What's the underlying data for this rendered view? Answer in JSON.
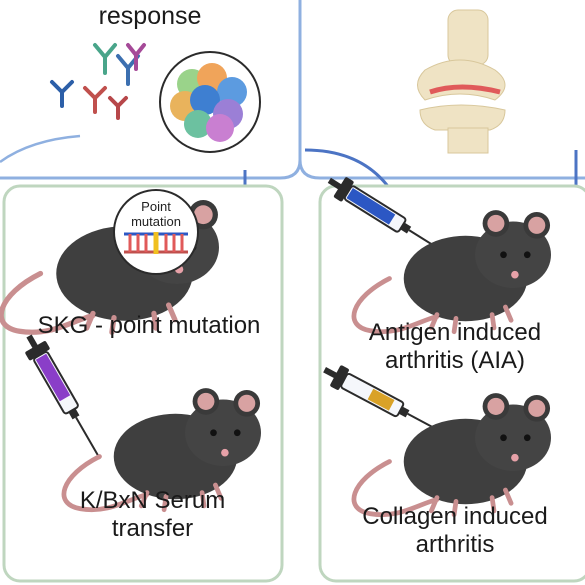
{
  "header": {
    "response_label": "response"
  },
  "panels": {
    "left": {
      "model_1": {
        "label": "SKG - point mutation",
        "inset_label_line1": "Point",
        "inset_label_line2": "mutation"
      },
      "model_2": {
        "label_line1": "K/BxN Serum",
        "label_line2": "transfer"
      }
    },
    "right": {
      "model_1": {
        "label_line1": "Antigen induced",
        "label_line2": "arthritis (AIA)"
      },
      "model_2": {
        "label_line1": "Collagen induced",
        "label_line2": "arthritis"
      }
    }
  },
  "colors": {
    "panel_border": "#8fb0e0",
    "box_border": "#bfd6bf",
    "arrow": "#4c74c4",
    "mouse_body": "#3f3f3f",
    "tail": "#c98f90",
    "syringe_blue": "#2c57c4",
    "syringe_purple": "#8a3ec8",
    "syringe_yellow": "#d9a227",
    "bone": "#efe3c4",
    "inflammation": "#e05a5a"
  },
  "icons": [
    "antibody-icon",
    "cell-cluster-icon",
    "knee-joint-icon",
    "mouse-icon",
    "dna-icon",
    "syringe-icon",
    "arrow-down-icon"
  ]
}
